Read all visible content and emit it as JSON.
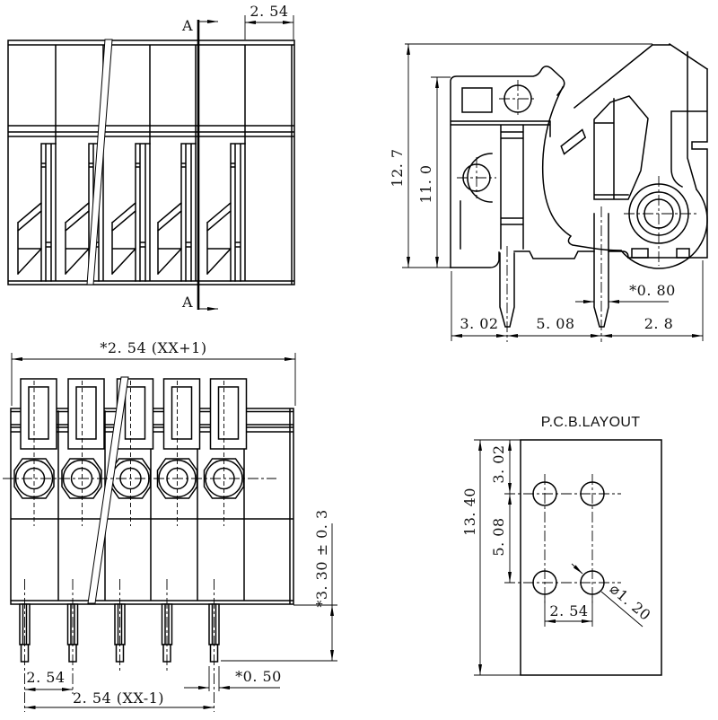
{
  "front_view": {
    "pitch": "2. 54",
    "section_top": "A",
    "section_bottom": "A"
  },
  "side_view": {
    "total_height": "12. 7",
    "body_height": "11. 0",
    "pin_width": "*0. 80",
    "pin_offset_left": "3. 02",
    "pin_pitch": "5. 08",
    "right_margin": "2. 8"
  },
  "top_view": {
    "total_width": "*2. 54 (XX+1)",
    "pin_pitch": "2. 54",
    "pin_span": "2. 54 (XX-1)",
    "pin_width": "*0. 50",
    "pin_length": "*3. 30 ± 0. 3"
  },
  "pcb_layout": {
    "title": "P.C.B.LAYOUT",
    "board_height": "13. 40",
    "row_offset": "3. 02",
    "row_pitch": "5. 08",
    "col_pitch": "2. 54",
    "hole_diameter": "⌀1. 20"
  }
}
